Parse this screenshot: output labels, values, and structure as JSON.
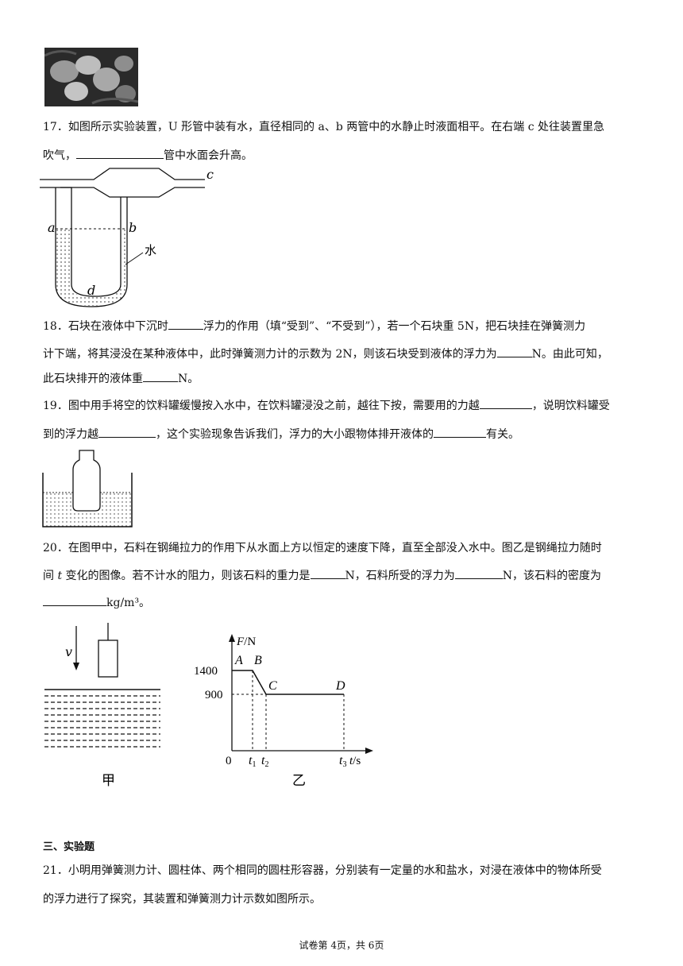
{
  "q17": {
    "line1": "17．如图所示实验装置，U 形管中装有水，直径相同的 a、b 两管中的水静止时液面相平。在右端 c 处往装置里急",
    "line2_after": "管中水面会升高。",
    "line2_before": "吹气，",
    "fig": {
      "a": "a",
      "b": "b",
      "c": "c",
      "d": "d",
      "water": "水"
    }
  },
  "q18": {
    "l1a": "18．石块在液体中下沉时",
    "l1b": "浮力的作用（填“受到”、“不受到”），若一个石块重 5N，把石块挂在弹簧测力",
    "l2a": "计下端，将其浸没在某种液体中，此时弹簧测力计的示数为 2N，则该石块受到液体的浮力为",
    "l2b": "N。由此可知，",
    "l3a": "此石块排开的液体重",
    "l3b": "N。"
  },
  "q19": {
    "l1a": "19．图中用手将空的饮料罐缓慢按入水中，在饮料罐浸没之前，越往下按，需要用的力越",
    "l1b": "，说明饮料罐受",
    "l2a": "到的浮力越",
    "l2b": "，这个实验现象告诉我们，浮力的大小跟物体排开液体的",
    "l2c": "有关。"
  },
  "q20": {
    "l1": "20．在图甲中，石料在钢绳拉力的作用下从水面上方以恒定的速度下降，直至全部没入水中。图乙是钢绳拉力随时",
    "l2a": "间 ",
    "l2t": "t",
    "l2b": " 变化的图像。若不计水的阻力，则该石料的重力是",
    "l2c": "N，石料所受的浮力为",
    "l2d": "N，该石料的密度为",
    "l3": "kg/m³。",
    "fig_jia": {
      "v": "v",
      "caption": "甲"
    },
    "fig_yi": {
      "ylabel": "F/N",
      "xlabel": "t/s",
      "y1400": "1400",
      "y900": "900",
      "origin": "0",
      "A": "A",
      "B": "B",
      "C": "C",
      "D": "D",
      "t1": "t",
      "t2": "t",
      "t3": "t",
      "s1": "1",
      "s2": "2",
      "s3": "3",
      "caption": "乙"
    }
  },
  "section3": {
    "heading": "三、实验题",
    "q21_l1": "21．小明用弹簧测力计、圆柱体、两个相同的圆柱形容器，分别装有一定量的水和盐水，对浸在液体中的物体所受",
    "q21_l2": "的浮力进行了探究，其装置和弹簧测力计示数如图所示。"
  },
  "footer": "试卷第 4页，共 6页"
}
